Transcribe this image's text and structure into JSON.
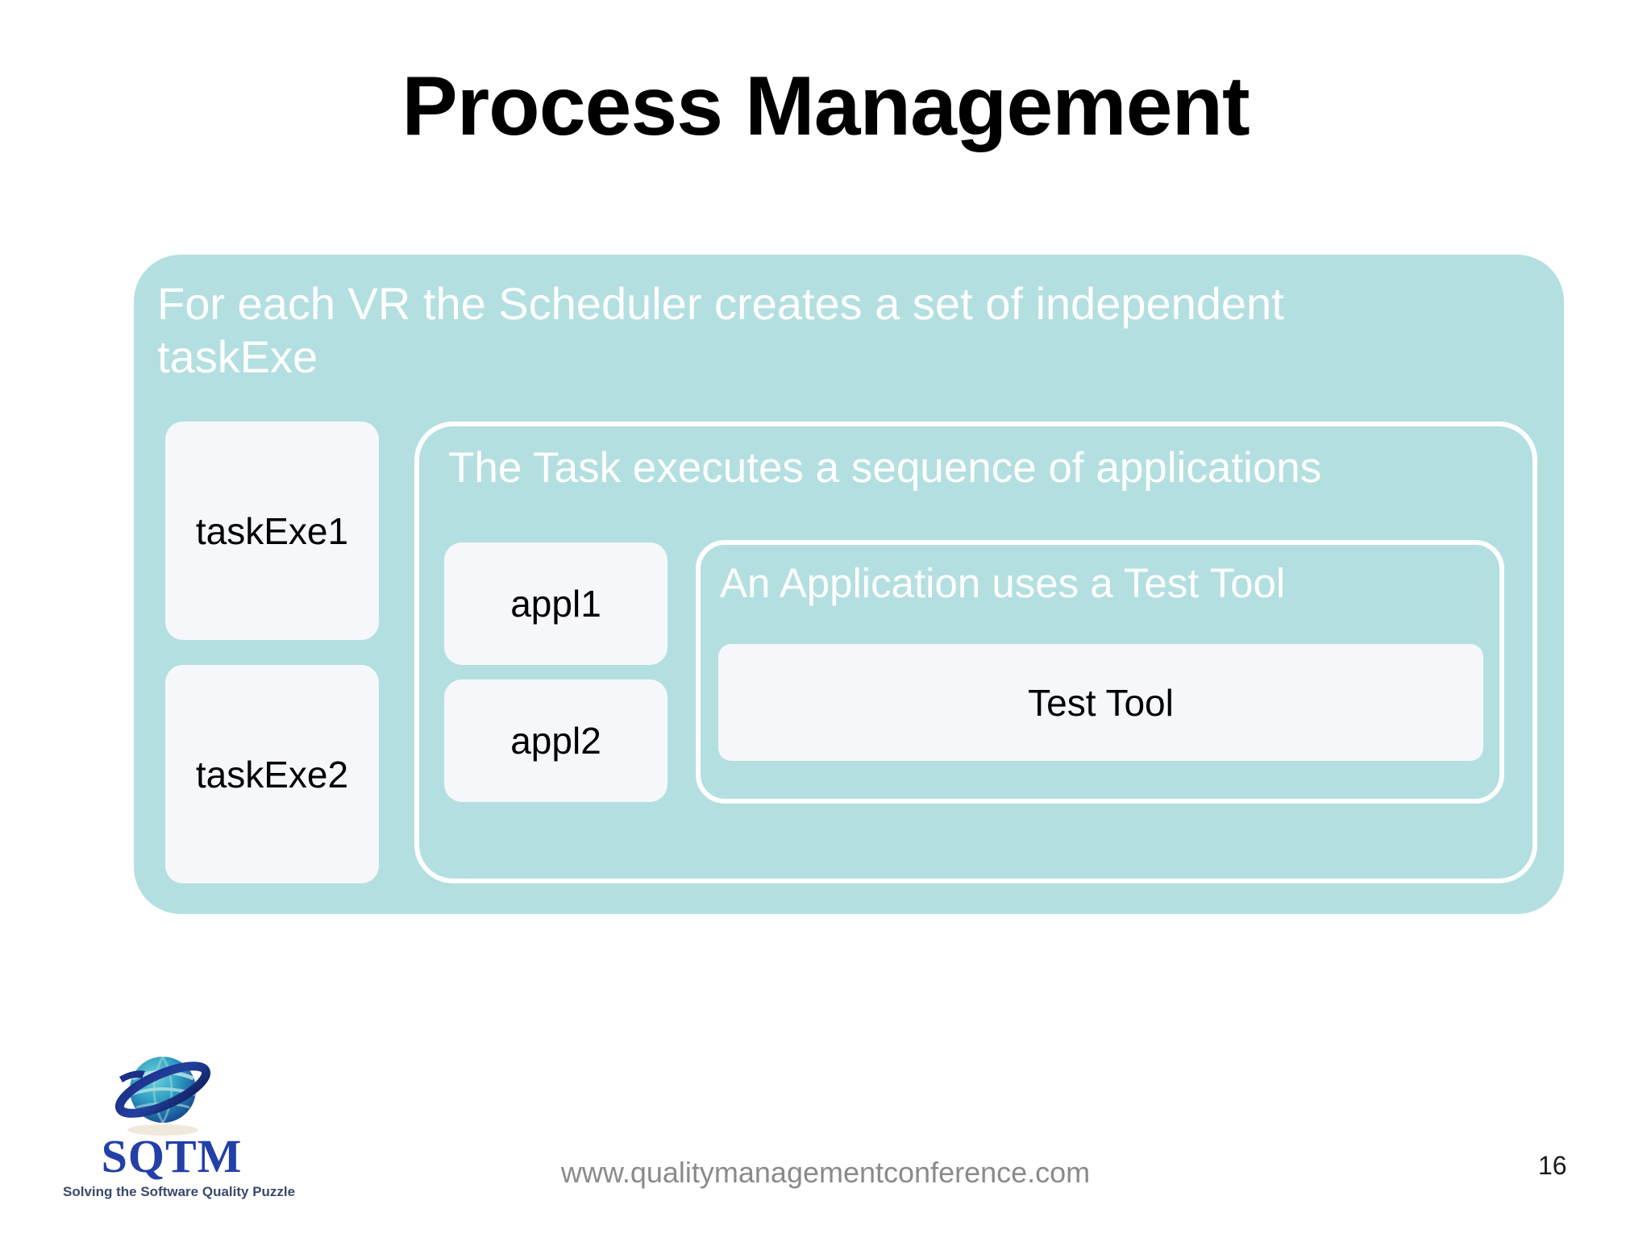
{
  "slide": {
    "title": "Process Management",
    "page_number": "16",
    "footer_url": "www.qualitymanagementconference.com"
  },
  "diagram": {
    "vr_panel": {
      "caption": "For each VR the Scheduler creates a set of independent taskExe",
      "fill_color": "#b3dfe0",
      "text_color": "#ffffff",
      "taskexe_boxes": [
        {
          "label": "taskExe1"
        },
        {
          "label": "taskExe2"
        }
      ]
    },
    "task_panel": {
      "caption": "The Task executes a sequence of applications",
      "border_color": "#ffffff",
      "appl_boxes": [
        {
          "label": "appl1"
        },
        {
          "label": "appl2"
        }
      ]
    },
    "application_panel": {
      "caption": "An Application uses a Test Tool",
      "border_color": "#ffffff",
      "test_tool": {
        "label": "Test Tool"
      }
    },
    "box_fill_color": "#f5f7fa",
    "box_text_color": "#000000"
  },
  "logo": {
    "name": "SQTM",
    "tagline": "Solving the Software Quality Puzzle",
    "brand_color": "#2340a8"
  }
}
